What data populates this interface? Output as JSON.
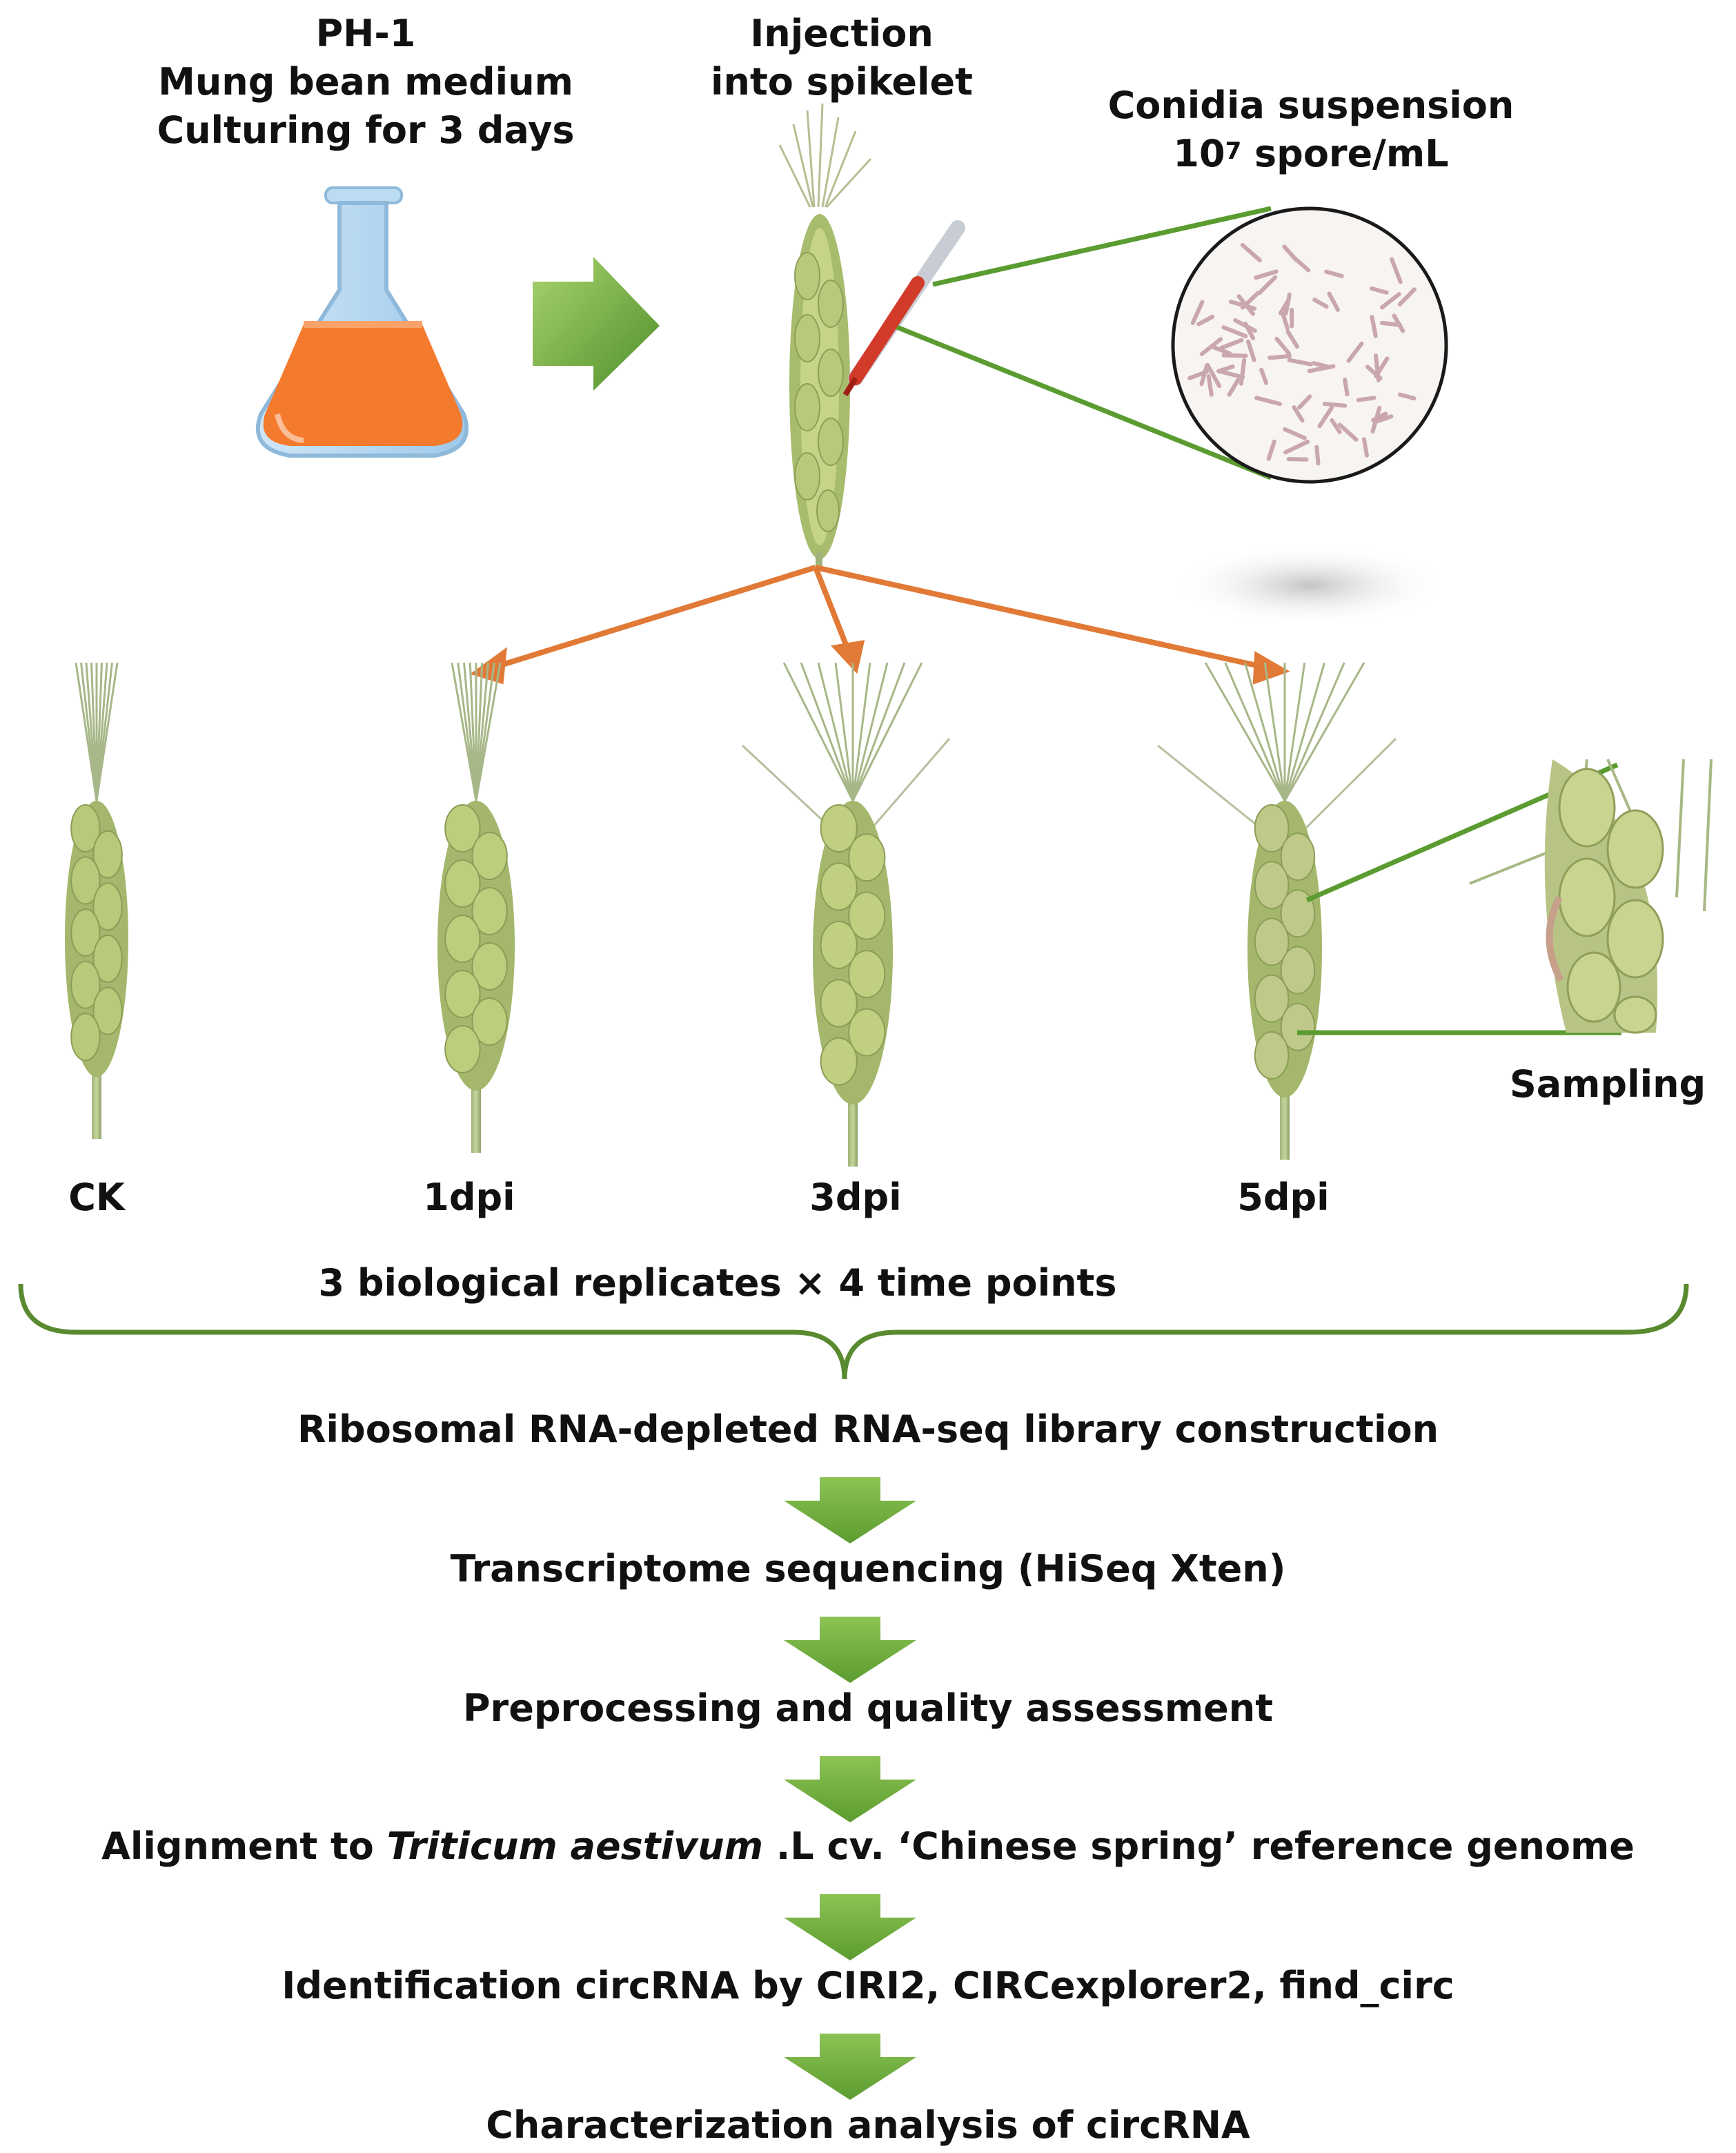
{
  "culture": {
    "lines": [
      "PH-1",
      "Mung bean medium",
      "Culturing for 3 days"
    ]
  },
  "injection": {
    "lines": [
      "Injection",
      "into spikelet"
    ]
  },
  "conidia": {
    "line1": "Conidia suspension",
    "conc_base": "10",
    "conc_exp": "7",
    "conc_unit": " spore/mL"
  },
  "timepoints": [
    "CK",
    "1dpi",
    "3dpi",
    "5dpi"
  ],
  "sampling_label": "Sampling",
  "replicates_label": "3 biological replicates × 4 time points",
  "steps": {
    "s1": "Ribosomal RNA-depleted RNA-seq library construction",
    "s2": "Transcriptome sequencing (HiSeq Xten)",
    "s3": "Preprocessing and quality assessment",
    "s4_prefix": "Alignment to ",
    "s4_italic": "Triticum aestivum",
    "s4_suffix": " .L cv. ‘Chinese spring’ reference genome",
    "s5": "Identification circRNA by CIRI2, CIRCexplorer2, find_circ",
    "s6": "Characterization analysis of circRNA"
  },
  "colors": {
    "green_arrow": "#6aa83a",
    "orange_arrow": "#e07a36",
    "brace": "#5a8a30",
    "medium": "#f47a2e"
  }
}
